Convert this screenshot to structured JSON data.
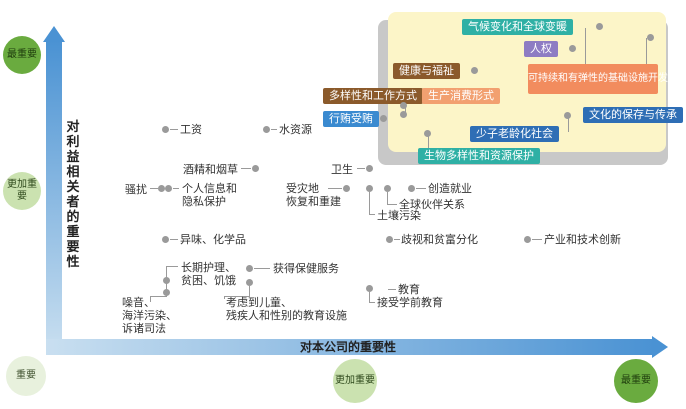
{
  "axes": {
    "y_title": "对利益相关者的重要性",
    "x_title": "对本公司的重要性"
  },
  "levels": {
    "y_most": "最重要",
    "y_more": "更加重要",
    "origin": "重要",
    "x_more": "更加重要",
    "x_most": "最重要"
  },
  "highlight": {
    "climate": "气候变化和全球变暖",
    "human_rights": "人权",
    "infrastructure": "可持续和有弹性的基础设施开发",
    "health": "健康与福祉",
    "diversity_work": "多样性和工作方式",
    "consumption": "生产消费形式",
    "bribery": "行贿受贿",
    "culture": "文化的保存与传承",
    "aging": "少子老龄化社会",
    "biodiversity": "生物多样性和资源保护"
  },
  "items": {
    "wages": "工资",
    "water": "水资源",
    "alcohol": "酒精和烟草",
    "sanitation": "卫生",
    "harassment": "骚扰",
    "privacy_1": "个人信息和",
    "privacy_2": "隐私保护",
    "disaster_1": "受灾地",
    "disaster_2": "恢复和重建",
    "employment": "创造就业",
    "partnership": "全球伙伴关系",
    "soil": "土壤污染",
    "odor": "异味、化学品",
    "discrimination": "歧视和贫富分化",
    "innovation": "产业和技术创新",
    "care_1": "长期护理、",
    "care_2": "贫困、饥饿",
    "healthcare": "获得保健服务",
    "noise_1": "噪音、",
    "noise_2": "海洋污染、",
    "noise_3": "诉诸司法",
    "facilities_1": "考虑到儿童、",
    "facilities_2": "残疾人和性别的教育设施",
    "education": "教育",
    "preschool": "接受学前教育"
  },
  "colors": {
    "axis": "#4a92d3",
    "most": "#6aab3f",
    "panel": "#fcf5c8",
    "teal": "#2fb0a5",
    "orange": "#f08a5d",
    "blue": "#2e6eb5"
  }
}
